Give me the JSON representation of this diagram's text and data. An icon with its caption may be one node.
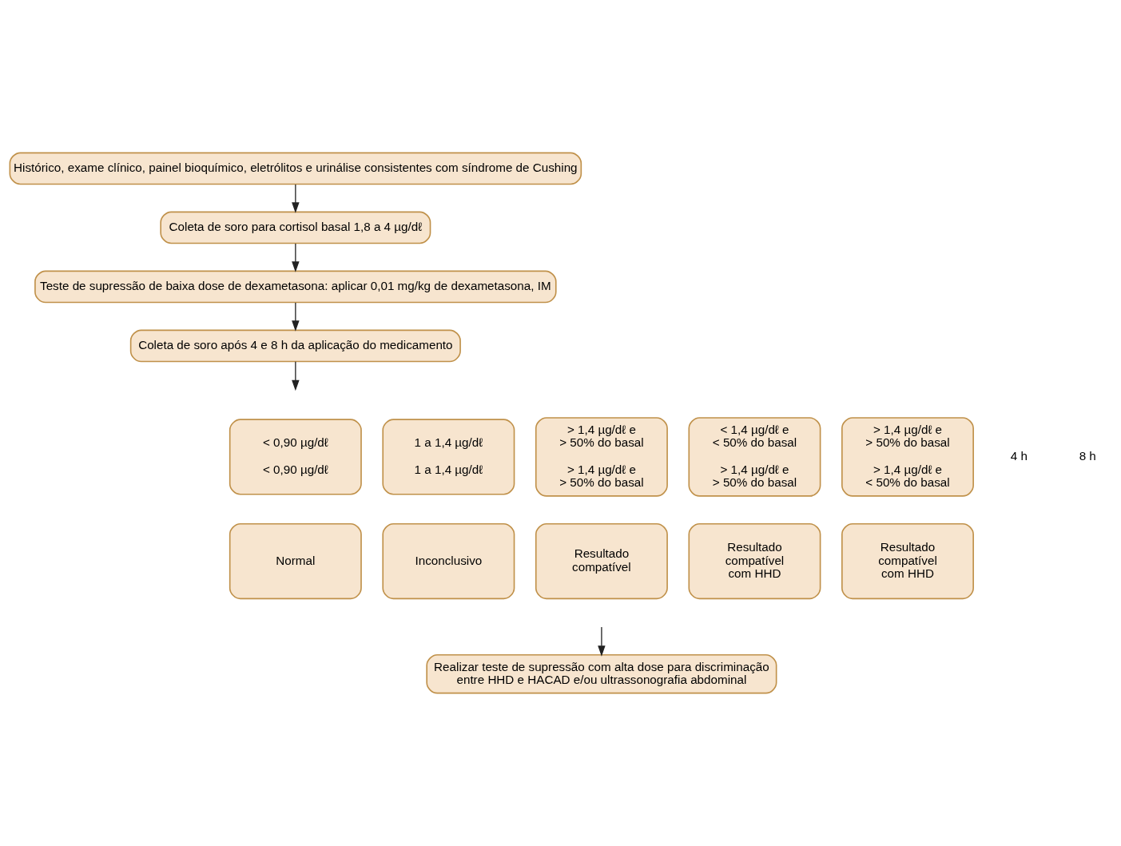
{
  "diagram": {
    "nodes": [
      {
        "text": [
          "Histórico, exame clínico, painel bioquímico, eletrólitos e urinálise consistentes com síndrome de Cushing"
        ]
      },
      {
        "text": [
          "Coleta de soro para cortisol basal 1,8 a 4 µg/dℓ"
        ]
      },
      {
        "text": [
          "Teste de supressão de baixa dose de dexametasona: aplicar 0,01 mg/kg de dexametasona, IM"
        ]
      },
      {
        "text": [
          "Coleta de soro após 4 e 8 h da aplicação do medicamento"
        ]
      },
      {
        "text": [
          "< 0,90 µg/dℓ",
          "< 0,90 µg/dℓ"
        ]
      },
      {
        "text": [
          "1 a 1,4 µg/dℓ",
          "1 a 1,4 µg/dℓ"
        ]
      },
      {
        "text": [
          "> 1,4 µg/dℓ e > 50% do basal",
          "> 1,4 µg/dℓ e > 50% do basal"
        ]
      },
      {
        "text": [
          "< 1,4 µg/dℓ e < 50% do basal",
          "> 1,4 µg/dℓ e > 50% do basal"
        ]
      },
      {
        "text": [
          "> 1,4 µg/dℓ e > 50% do basal",
          "> 1,4 µg/dℓ e < 50% do basal"
        ]
      },
      {
        "text": [
          "Normal"
        ]
      },
      {
        "text": [
          "Inconclusivo"
        ]
      },
      {
        "text": [
          "Resultado compatível"
        ]
      },
      {
        "text": [
          "Resultado compatível com HHD"
        ]
      },
      {
        "text": [
          "Resultado compatível com HHD"
        ]
      },
      {
        "text": [
          "Realizar teste de supressão com alta dose para discriminação entre HHD e HACAD e/ou ultrassonografia abdominal"
        ]
      }
    ],
    "edges": [
      {
        "from": 0,
        "to": 1,
        "arrow": "to"
      },
      {
        "from": 1,
        "to": 2,
        "arrow": "to"
      },
      {
        "from": 2,
        "to": 3,
        "arrow": "to"
      },
      {
        "from": 3,
        "to": null,
        "arrow": "to"
      },
      {
        "from": null,
        "to": 14,
        "arrow": "to"
      }
    ],
    "labels": [
      "4 h",
      "8 h"
    ]
  }
}
